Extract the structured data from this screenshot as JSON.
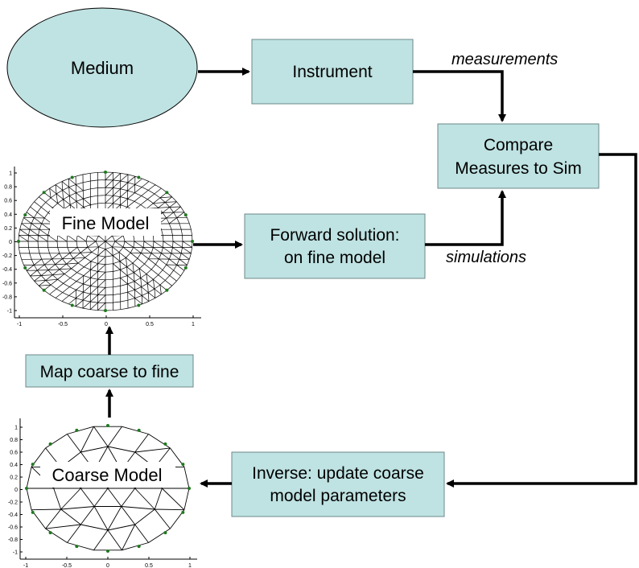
{
  "colors": {
    "box_fill": "#bfe2e2",
    "box_stroke": "#6d8888",
    "ellipse_fill": "#bfe2e2",
    "ellipse_stroke": "#000000",
    "arrow": "#000000",
    "mesh_line": "#000000",
    "electrode": "#1f7a1f"
  },
  "nodes": {
    "medium": "Medium",
    "instrument": "Instrument",
    "compare_line1": "Compare",
    "compare_line2": "Measures to Sim",
    "forward_line1": "Forward solution:",
    "forward_line2": "on fine model",
    "map": "Map coarse to fine",
    "inverse_line1": "Inverse: update coarse",
    "inverse_line2": "model parameters",
    "fine_model": "Fine Model",
    "coarse_model": "Coarse Model"
  },
  "edge_labels": {
    "measurements": "measurements",
    "simulations": "simulations"
  },
  "plot_ticks": {
    "fine_y": [
      "1",
      "0.8",
      "0.6",
      "0.4",
      "0.2",
      "0",
      "-0.2",
      "-0.4",
      "-0.6",
      "-0.8",
      "-1"
    ],
    "fine_x": [
      "-1",
      "-0.5",
      "0",
      "0.5",
      "1"
    ],
    "coarse_y": [
      "1",
      "0.8",
      "0.6",
      "0.4",
      "0.2",
      "0",
      "-0.2",
      "-0.4",
      "-0.6",
      "-0.8",
      "-1"
    ],
    "coarse_x": [
      "-1",
      "-0.5",
      "0",
      "0.5",
      "1"
    ]
  }
}
